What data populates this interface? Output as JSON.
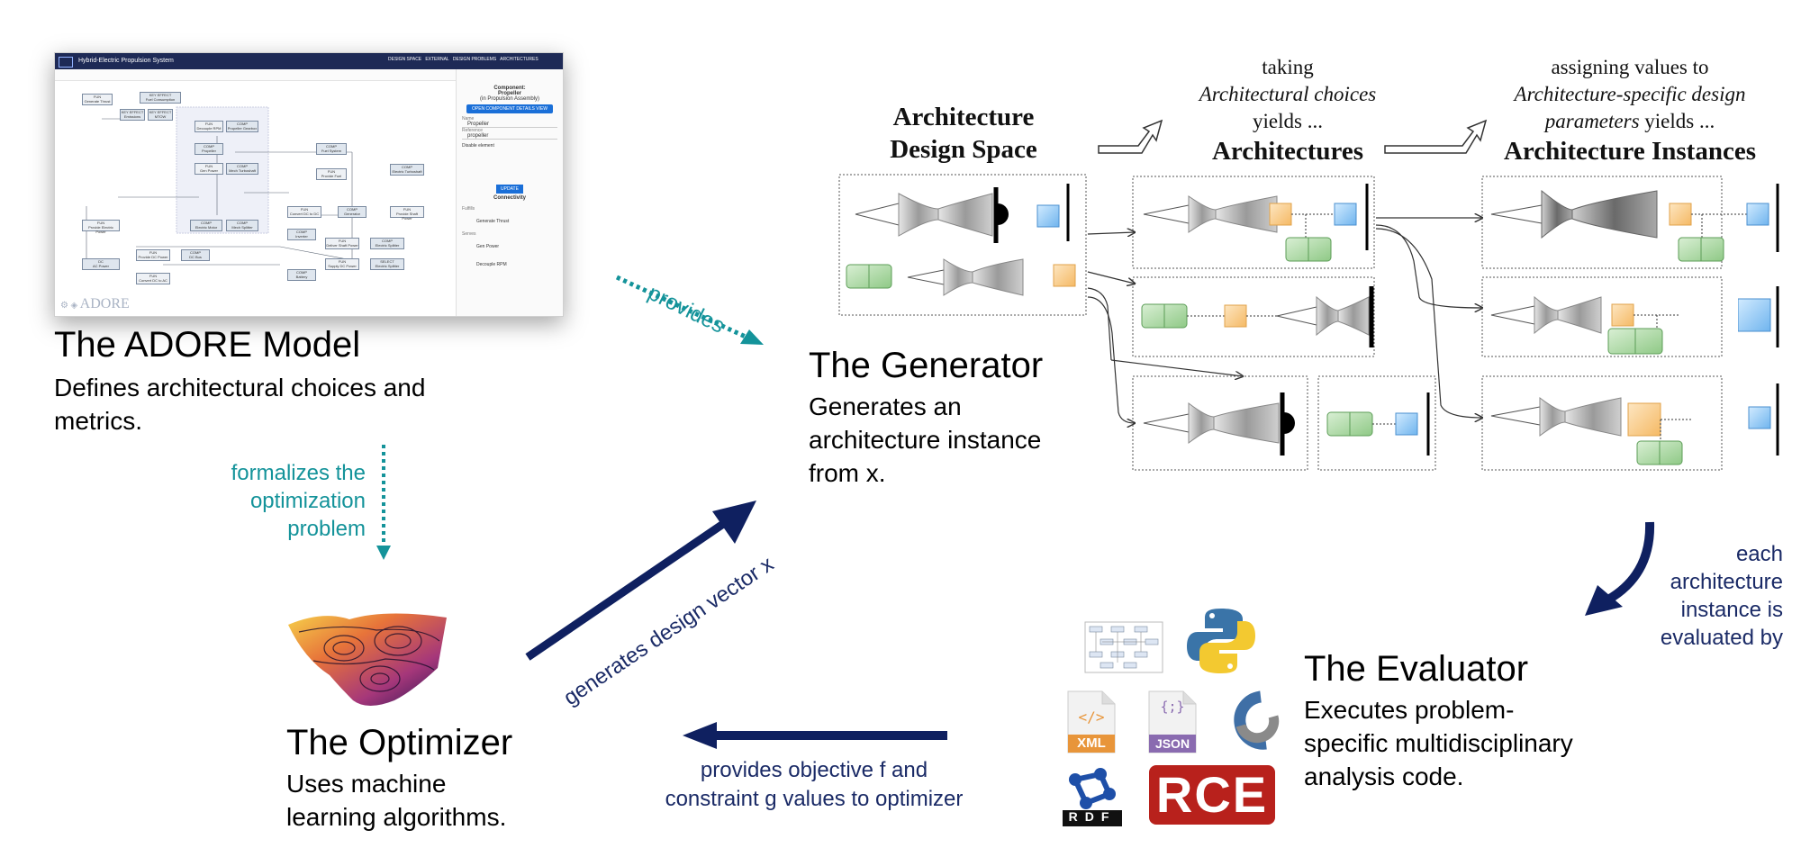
{
  "adore_model": {
    "title": "The ADORE Model",
    "description": "Defines architectural choices and metrics.",
    "screenshot": {
      "app_title": "Hybrid-Electric Propulsion System",
      "tabs": [
        "DESIGN SPACE",
        "EXTERNAL",
        "DESIGN PROBLEMS",
        "ARCHITECTURES"
      ],
      "panel_component_label": "Component:",
      "panel_component_name": "Propeller",
      "panel_component_parent": "(in Propulsion Assembly)",
      "panel_button": "OPEN COMPONENT DETAILS VIEW",
      "panel_name_label": "Name",
      "panel_name_value": "Propeller",
      "panel_ref_label": "Reference",
      "panel_ref_value": "propeller",
      "panel_disable": "Disable element",
      "panel_update": "UPDATE",
      "panel_connectivity": "Connectivity",
      "panel_fulfills": "Fulfills",
      "panel_row1": "Generate Thrust",
      "panel_serves": "Serves",
      "panel_row2": "Gen Power",
      "panel_row3": "Decouple RPM",
      "logo_text": "ADORE",
      "nodes": [
        "FUN\nGenerate Thrust",
        "KEY EFFECT\nFuel Consumption",
        "KEY EFFECT\nEmissions",
        "KEY EFFECT\nMTOW",
        "FUN\nDecouple RPM",
        "COMP\nPropeller Gearbox",
        "COMP\nPropeller",
        "FUN\nGen Power",
        "COMP\nMech Turboshaft",
        "FUN\nProvide Fuel",
        "COMP\nFuel System",
        "COMP\nElectric Turboshaft",
        "FUN\nProvide Electric Power",
        "COMP\nElectric Motor",
        "COMP\nMech Splitter",
        "FUN\nConvert DC to DC",
        "COMP\nGenerator",
        "FUN\nProvide Shaft Power",
        "FUN\nProvide DC Power",
        "COMP\nDC Bus",
        "COMP\nInverter",
        "FUN\nDeliver Shaft Power",
        "COMP\nElectric Splitter",
        "FUN\nSupply DC Power",
        "SELECT\nElectric Splitter",
        "COMP\nBattery",
        "FUN\nConvert DC to AC",
        "DC\nAC Power"
      ]
    }
  },
  "flows": {
    "provides": "provides",
    "formalizes": [
      "formalizes the",
      "optimization",
      "problem"
    ],
    "generates": "generates design vector x",
    "objective_line1": "provides objective f and",
    "objective_line2": "constraint g values to optimizer",
    "each": [
      "each",
      "architecture",
      "instance is",
      "evaluated by"
    ]
  },
  "generator": {
    "title": "The Generator",
    "description_lines": [
      "Generates an",
      "architecture instance",
      "from x."
    ]
  },
  "optimizer": {
    "title": "The Optimizer",
    "description_lines": [
      "Uses machine",
      "learning algorithms."
    ]
  },
  "evaluator": {
    "title": "The Evaluator",
    "description_lines": [
      "Executes problem-",
      "specific multidisciplinary",
      "analysis code."
    ],
    "icons": {
      "xml": "XML",
      "json": "JSON",
      "json_glyph": "{;}",
      "rdf": "RDF",
      "rce": "RCE"
    }
  },
  "design_space": {
    "col1_title_line1": "Architecture",
    "col1_title_line2": "Design Space",
    "col2_top_line1": "taking",
    "col2_top_line2": "Architectural choices",
    "col2_top_line3": "yields ...",
    "col2_title": "Architectures",
    "col3_top_line1": "assigning values to",
    "col3_top_line2": "Architecture-specific design",
    "col3_top_line3_italic": "parameters",
    "col3_top_line3_rest": " yields ...",
    "col3_title": "Architecture Instances"
  },
  "colors": {
    "teal": "#14939a",
    "navy": "#0f2060",
    "orange_fill": "#fbd9a8",
    "orange_stroke": "#e0a24a",
    "blue_fill": "#a9d3f5",
    "blue_stroke": "#4a8fcf",
    "green_fill": "#b7ddb0",
    "green_stroke": "#5c9d57"
  }
}
